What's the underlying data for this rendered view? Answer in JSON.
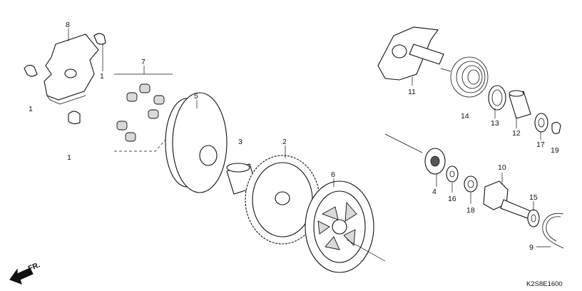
{
  "callouts": {
    "c8": "8",
    "c1a": "1",
    "c1b": "1",
    "c1c": "1",
    "c7": "7",
    "c5": "5",
    "c3": "3",
    "c2": "2",
    "c6": "6",
    "c11": "11",
    "c14": "14",
    "c13": "13",
    "c12": "12",
    "c17": "17",
    "c19": "19",
    "c10": "10",
    "c4": "4",
    "c16": "16",
    "c18": "18",
    "c15": "15",
    "c9": "9"
  },
  "direction_label": "FR.",
  "diagram_code": "K2S8E1600"
}
